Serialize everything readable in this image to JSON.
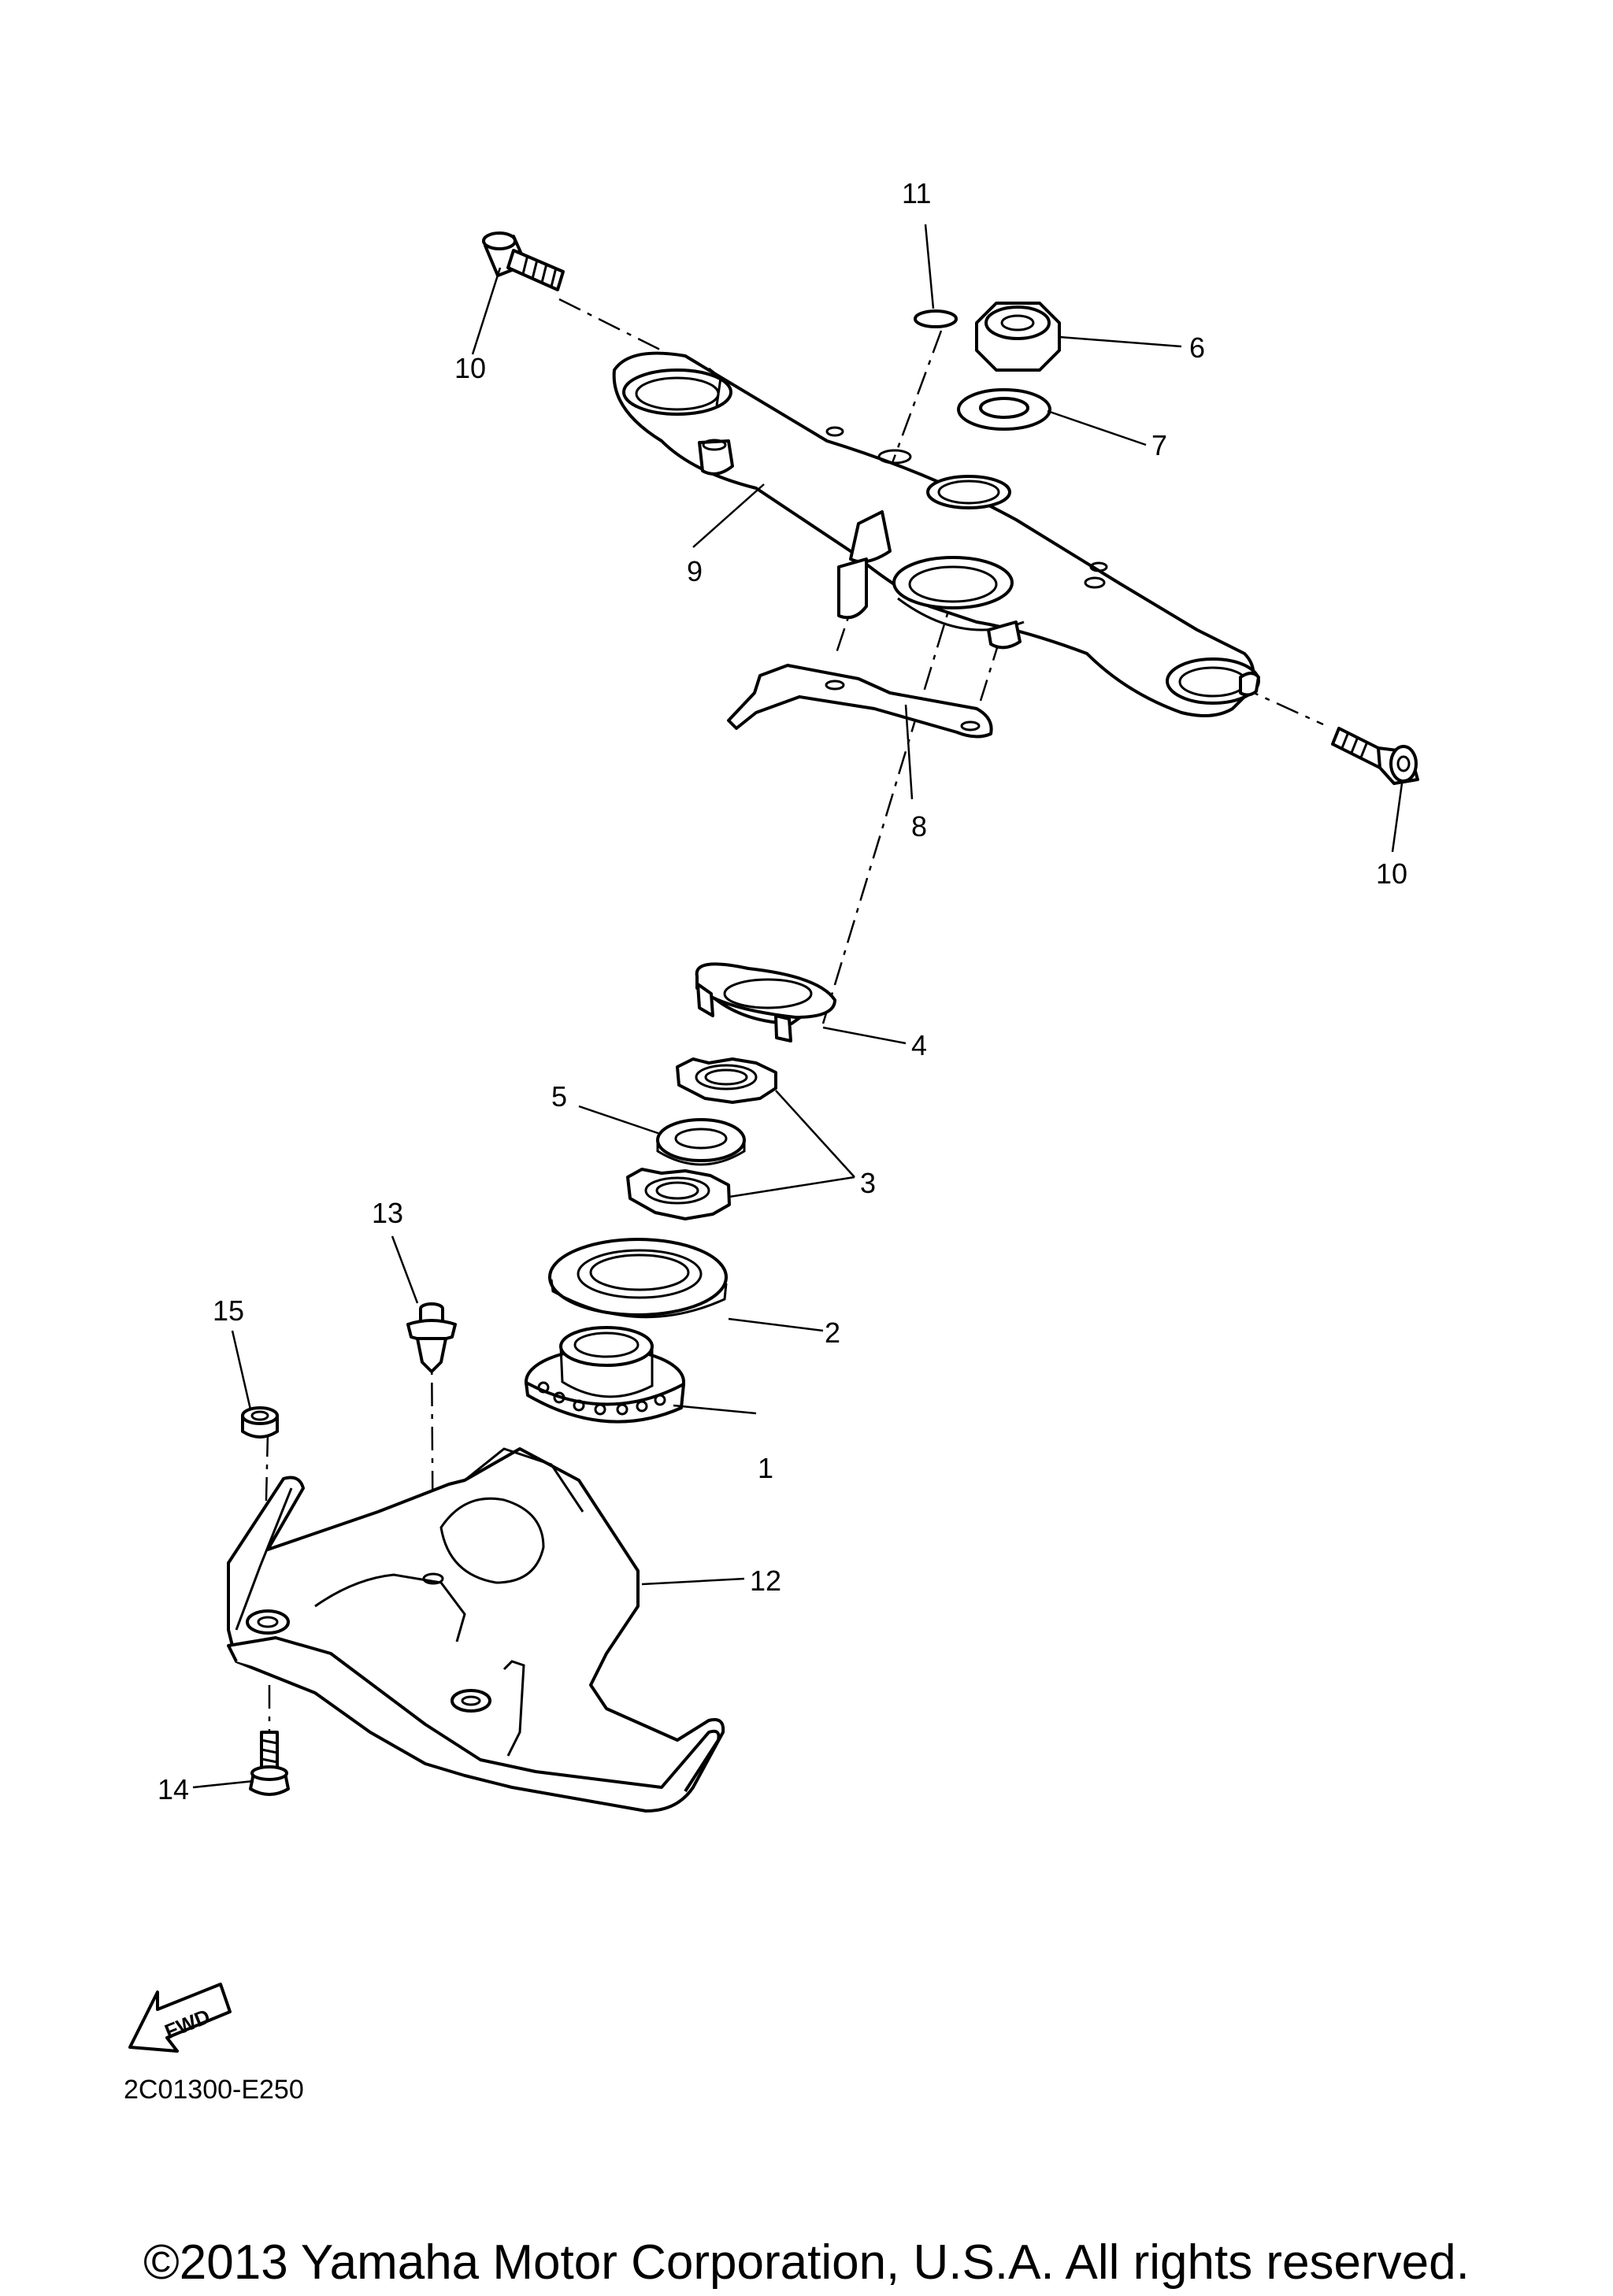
{
  "callouts": {
    "c1": "1",
    "c2": "2",
    "c3": "3",
    "c4": "4",
    "c5": "5",
    "c6": "6",
    "c7": "7",
    "c8": "8",
    "c9": "9",
    "c10a": "10",
    "c10b": "10",
    "c11": "11",
    "c12": "12",
    "c13": "13",
    "c14": "14",
    "c15": "15"
  },
  "fwd_label": "FWD",
  "diagram_code": "2C01300-E250",
  "copyright": "©2013 Yamaha Motor Corporation, U.S.A. All rights reserved."
}
